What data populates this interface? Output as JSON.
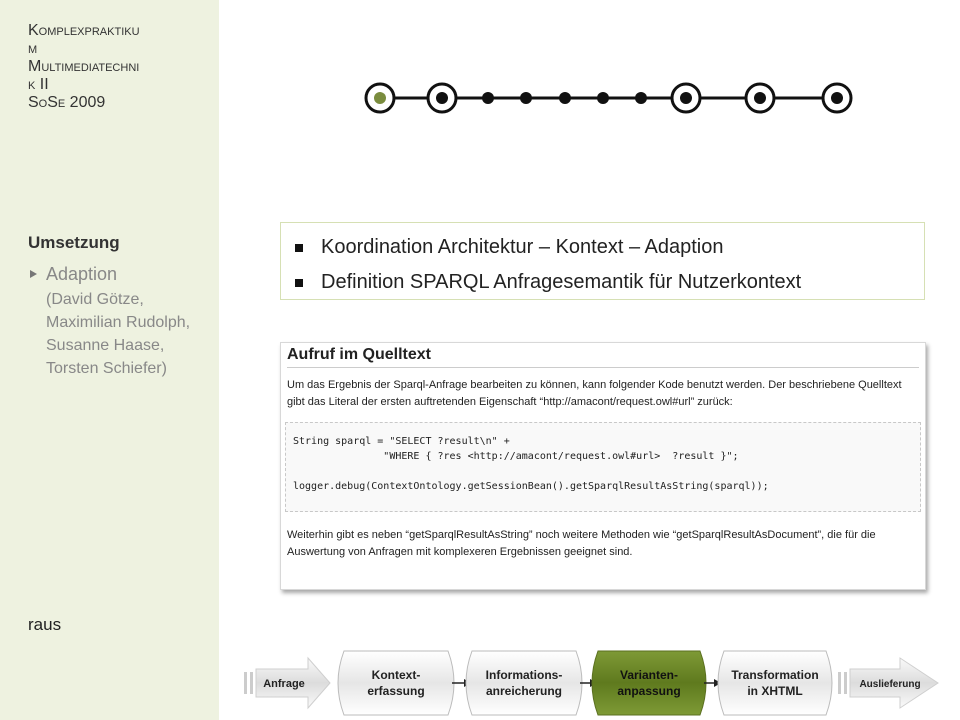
{
  "sidebar": {
    "course_line1": "Komplexpraktiku",
    "course_line2": "m",
    "course_line3": "Multimediatechni",
    "course_line4": "k II",
    "course_line5": "SoSe 2009",
    "section": "Umsetzung",
    "nav_item": {
      "title": "Adaption",
      "authors": "(David Götze, Maximilian Rudolph, Susanne Haase, Torsten Schiefer)"
    },
    "raus": "raus"
  },
  "timeline": {
    "active_color": "#7a8c3e",
    "node_color": "#111111"
  },
  "bullets": [
    "Koordination Architektur – Kontext – Adaption",
    "Definition SPARQL Anfragesemantik für Nutzerkontext"
  ],
  "doc": {
    "heading": "Aufruf im Quelltext",
    "para1": "Um das Ergebnis der Sparql-Anfrage bearbeiten zu können, kann folgender Kode benutzt werden. Der beschriebene Quelltext gibt das Literal der ersten auftretenden Eigenschaft “http://amacont/request.owl#url” zurück:",
    "code": "String sparql = \"SELECT ?result\\n\" +\n               \"WHERE { ?res <http://amacont/request.owl#url>  ?result }\";\n\nlogger.debug(ContextOntology.getSessionBean().getSparqlResultAsString(sparql));",
    "para2": "Weiterhin gibt es neben “getSparqlResultAsString” noch weitere Methoden wie “getSparqlResultAsDocument”, die für die Auswertung von Anfragen mit komplexeren Ergebnissen geeignet sind."
  },
  "flow": {
    "start": "Anfrage",
    "steps": [
      {
        "line1": "Kontext-",
        "line2": "erfassung"
      },
      {
        "line1": "Informations-",
        "line2": "anreicherung"
      },
      {
        "line1": "Varianten-",
        "line2": "anpassung"
      },
      {
        "line1": "Transformation",
        "line2": "in XHTML"
      }
    ],
    "end": "Auslieferung",
    "highlight_color": "#6e8a2a"
  }
}
